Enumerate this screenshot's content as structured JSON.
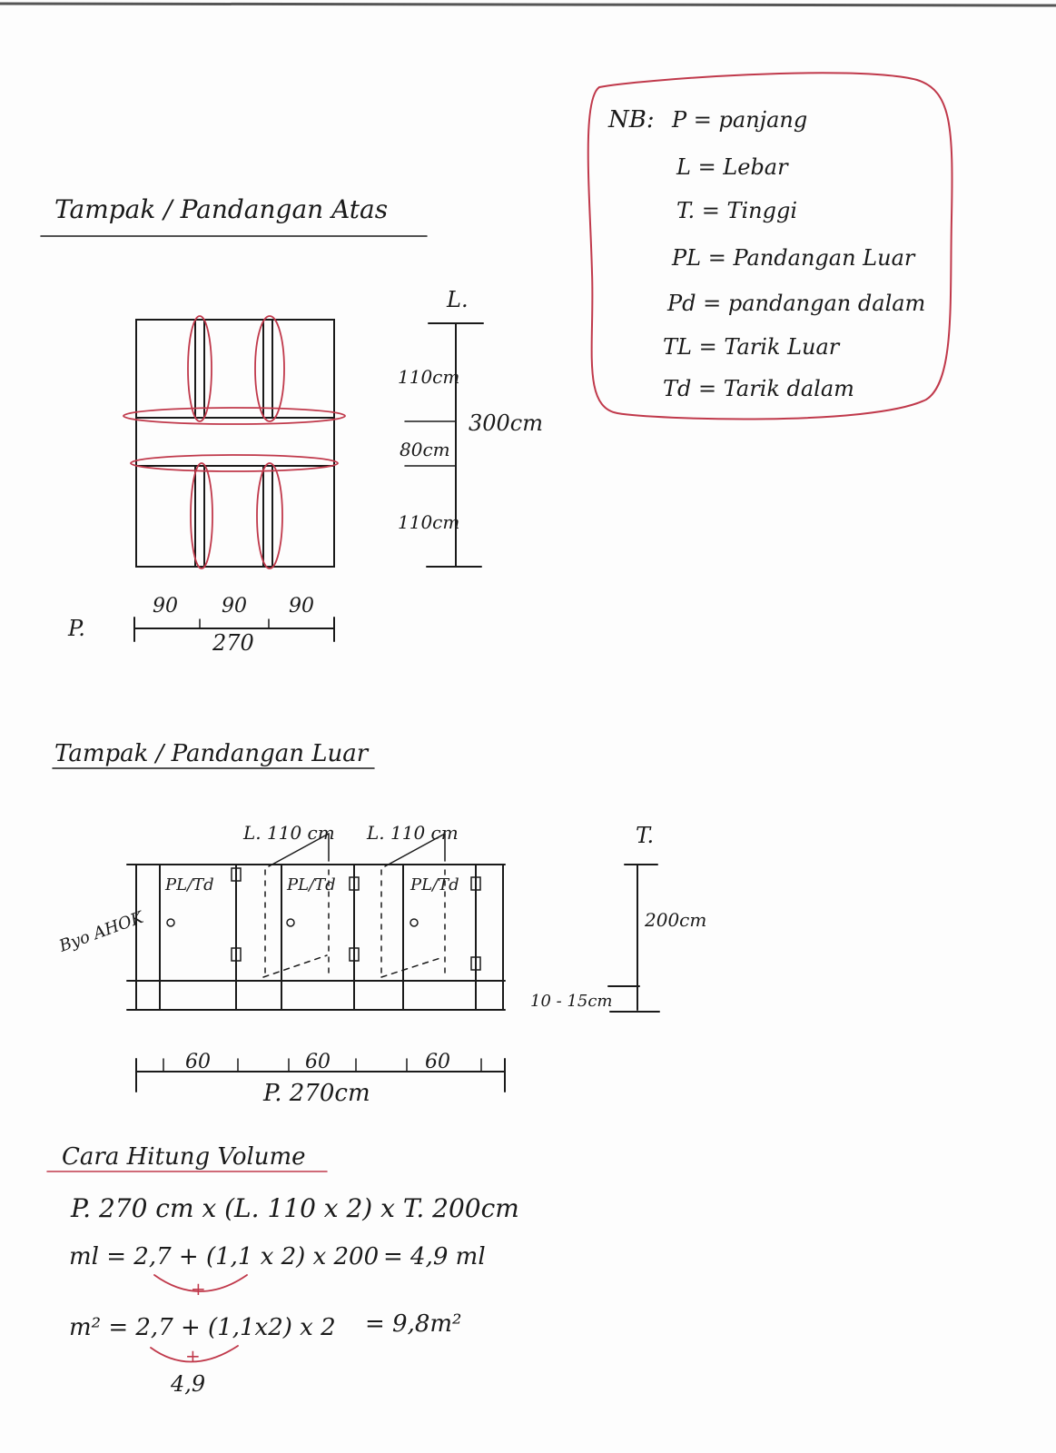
{
  "legend": {
    "title": "NB:",
    "items": [
      "P = panjang",
      "L = Lebar",
      "T. = Tinggi",
      "PL = Pandangan Luar",
      "Pd = pandangan dalam",
      "TL = Tarik Luar",
      "Td = Tarik dalam"
    ]
  },
  "top_view": {
    "title": "Tampak / Pandangan Atas",
    "l_label": "L.",
    "l_total": "300cm",
    "l_parts": [
      "110cm",
      "80cm",
      "110cm"
    ],
    "p_label": "P.",
    "p_parts": [
      "90",
      "90",
      "90"
    ],
    "p_total": "270"
  },
  "outside_view": {
    "title": "Tampak / Pandangan Luar",
    "width_labels": [
      "L. 110 cm",
      "L. 110 cm"
    ],
    "panel_labels": [
      "PL/Td",
      "PL/Td",
      "PL/Td"
    ],
    "side_label": "Byo AHOK",
    "t_label": "T.",
    "t_value": "200cm",
    "gap_value": "10 - 15cm",
    "bottom_parts": [
      "60",
      "60",
      "60"
    ],
    "bottom_total": "P. 270cm"
  },
  "calc": {
    "title": "Cara Hitung Volume",
    "line1": "P. 270 cm x (L. 110 x 2) x T. 200cm",
    "line2_left": "ml = 2,7 + (1,1 x 2) x 200",
    "line2_result": "= 4,9 ml",
    "line3_left": "m² = 2,7 + (1,1x2) x 2",
    "line3_result": "= 9,8m²",
    "plus_sign": "+",
    "sum_value": "4,9"
  }
}
